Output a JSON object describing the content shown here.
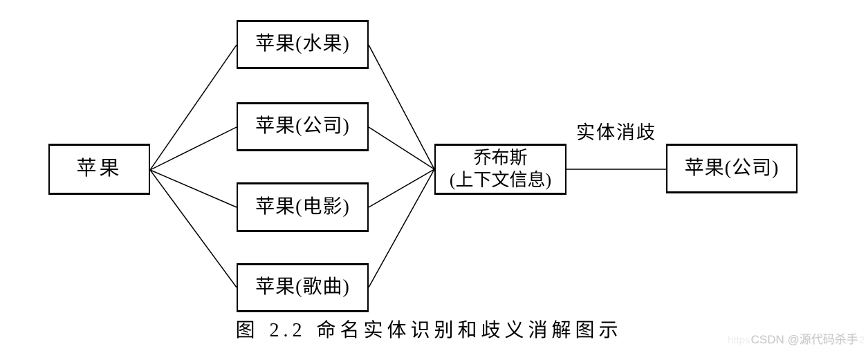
{
  "diagram": {
    "nodes": {
      "root": {
        "label": "苹果"
      },
      "fruit": {
        "label": "苹果(水果)"
      },
      "company": {
        "label": "苹果(公司)"
      },
      "movie": {
        "label": "苹果(电影)"
      },
      "song": {
        "label": "苹果(歌曲)"
      },
      "context": {
        "line1": "乔布斯",
        "line2": "(上下文信息)"
      },
      "result": {
        "label": "苹果(公司)"
      }
    },
    "edges": [
      {
        "from": "root",
        "to": "fruit"
      },
      {
        "from": "root",
        "to": "company"
      },
      {
        "from": "root",
        "to": "movie"
      },
      {
        "from": "root",
        "to": "song"
      },
      {
        "from": "fruit",
        "to": "context"
      },
      {
        "from": "company",
        "to": "context"
      },
      {
        "from": "movie",
        "to": "context"
      },
      {
        "from": "song",
        "to": "context"
      },
      {
        "from": "context",
        "to": "result",
        "label": "实体消歧"
      }
    ],
    "edge_label": "实体消歧",
    "caption": "图 2.2 命名实体识别和歧义消解图示"
  },
  "watermark": {
    "faint_prefix": "https",
    "text": "CSDN @源代码杀手",
    "faint_suffix": "2"
  },
  "colors": {
    "line": "#000000",
    "border": "#000000",
    "background": "#ffffff",
    "watermark": "#c8c8c8"
  }
}
